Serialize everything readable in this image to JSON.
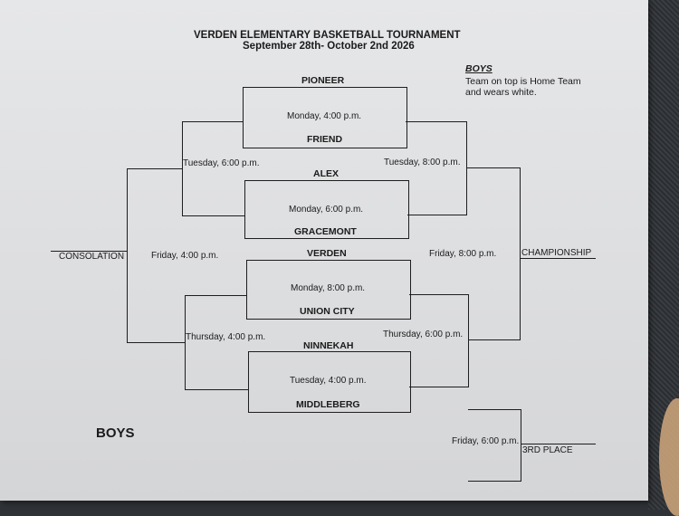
{
  "header": {
    "title": "VERDEN ELEMENTARY BASKETBALL TOURNAMENT",
    "dates": "September 28th- October 2nd 2026"
  },
  "note": {
    "heading": "BOYS",
    "line1": "Team on top is Home Team",
    "line2": "and wears white."
  },
  "division_label": "BOYS",
  "games": [
    {
      "home": "PIONEER",
      "away": "FRIEND",
      "time": "Monday, 4:00 p.m."
    },
    {
      "home": "ALEX",
      "away": "GRACEMONT",
      "time": "Monday, 6:00 p.m."
    },
    {
      "home": "VERDEN",
      "away": "UNION CITY",
      "time": "Monday, 8:00 p.m."
    },
    {
      "home": "NINNEKAH",
      "away": "MIDDLEBERG",
      "time": "Tuesday, 4:00 p.m."
    }
  ],
  "times": {
    "left_top": "Tuesday, 6:00 p.m.",
    "right_top": "Tuesday, 8:00 p.m.",
    "consolation": "Friday, 4:00 p.m.",
    "championship": "Friday, 8:00 p.m.",
    "left_bottom": "Thursday, 4:00 p.m.",
    "right_bottom": "Thursday, 6:00 p.m.",
    "third_place": "Friday, 6:00 p.m."
  },
  "labels": {
    "consolation": "CONSOLATION",
    "championship": "CHAMPIONSHIP",
    "third_place": "3RD PLACE"
  }
}
